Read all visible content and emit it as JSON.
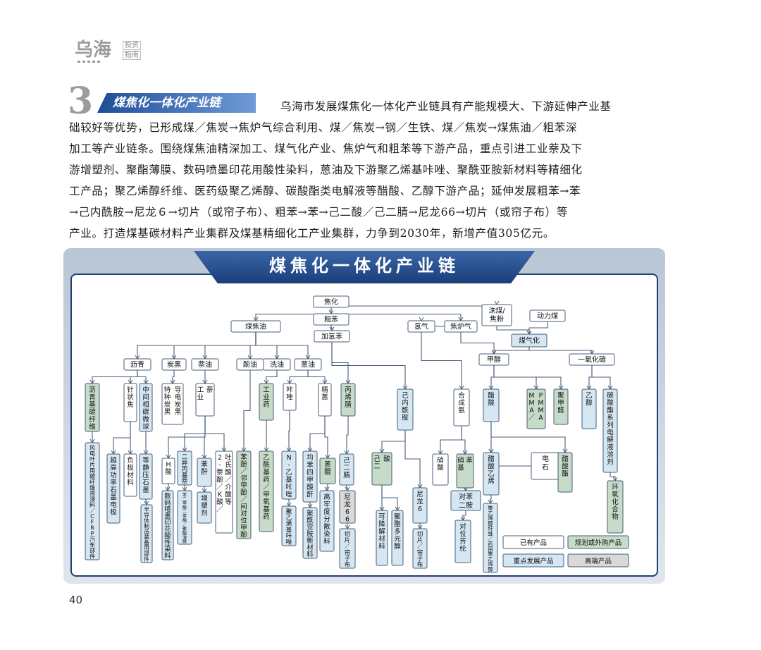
{
  "header": {
    "logo_chars": "乌海",
    "logo_small_1": "投资",
    "logo_small_2": "指南"
  },
  "section": {
    "number": "3",
    "title": "煤焦化一体化产业链"
  },
  "paragraph_lines": [
    "乌海市发展煤焦化一体化产业链具有产能规模大、下游延伸产业基",
    "础较好等优势，已形成煤／焦炭→焦炉气综合利用、煤／焦炭→钢／生铁、煤／焦炭→煤焦油／粗苯深",
    "加工等产业链条。围绕煤焦油精深加工、煤气化产业、焦炉气和粗苯等下游产品，重点引进工业萘及下",
    "游增塑剂、聚酯薄膜、数码喷墨印花用酸性染料，蒽油及下游聚乙烯基咔唑、聚酰亚胺新材料等精细化",
    "工产品；聚乙烯醇纤维、医药级聚乙烯醇、碳酸酯类电解液等醋酸、乙醇下游产品；延伸发展粗苯→苯",
    "→己内酰胺→尼龙６→切片（或帘子布）、粗苯→苯→己二酸／己二腈→尼龙66→切片（或帘子布）等",
    "产业。打造煤基碳材料产业集群及煤基精细化工产业集群，力争到2030年，新增产值305亿元。"
  ],
  "figure": {
    "title": "煤焦化一体化产业链",
    "nodes": [
      {
        "id": "jiaohua",
        "label": "焦化",
        "type": "box"
      },
      {
        "id": "cuben",
        "label": "粗苯",
        "type": "box"
      },
      {
        "id": "mojiaoyou",
        "label": "煤焦油",
        "type": "box"
      },
      {
        "id": "jiaqingben",
        "label": "加氢苯",
        "type": "box"
      },
      {
        "id": "qingqi",
        "label": "氢气",
        "type": "box"
      },
      {
        "id": "jiaoluqi",
        "label": "焦炉气",
        "type": "box"
      },
      {
        "id": "momei",
        "label": "沫煤/焦粉",
        "type": "box"
      },
      {
        "id": "donglimei",
        "label": "动力煤",
        "type": "box"
      },
      {
        "id": "meiqihua",
        "label": "煤气化",
        "type": "key"
      },
      {
        "id": "jiachun",
        "label": "甲醇",
        "type": "box"
      },
      {
        "id": "yiyanghuatan",
        "label": "一氧化碳",
        "type": "box"
      },
      {
        "id": "liqing",
        "label": "沥青",
        "type": "box"
      },
      {
        "id": "tanhei",
        "label": "炭黑",
        "type": "box"
      },
      {
        "id": "naiyou",
        "label": "萘油",
        "type": "box"
      },
      {
        "id": "fenyou",
        "label": "酚油",
        "type": "box"
      },
      {
        "id": "xiyou",
        "label": "洗油",
        "type": "box"
      },
      {
        "id": "enyou",
        "label": "蒽油",
        "type": "box"
      },
      {
        "id": "lqjtxw",
        "label": "沥青基碳纤维",
        "type": "plan"
      },
      {
        "id": "zhzj",
        "label": "针状焦",
        "type": "box"
      },
      {
        "id": "zjxtwq",
        "label": "中间相碳微球",
        "type": "key"
      },
      {
        "id": "tzthdtt",
        "label": "特种炭黑导电炭黑",
        "type": "box"
      },
      {
        "id": "gyn",
        "label": "工业萘",
        "type": "box"
      },
      {
        "id": "gyy",
        "label": "工业药",
        "type": "plan"
      },
      {
        "id": "kazuo",
        "label": "咔唑",
        "type": "box"
      },
      {
        "id": "jingen",
        "label": "精蒽",
        "type": "box"
      },
      {
        "id": "bingxijing",
        "label": "丙烯腈",
        "type": "plan"
      },
      {
        "id": "jineixianan",
        "label": "己内酰胺",
        "type": "key"
      },
      {
        "id": "hecheng",
        "label": "合成氨",
        "type": "box"
      },
      {
        "id": "cusuan",
        "label": "醋酸",
        "type": "key"
      },
      {
        "id": "mmapmma",
        "label": "MMA/PMMA",
        "type": "plan"
      },
      {
        "id": "jujiaquan",
        "label": "聚甲醛",
        "type": "plan"
      },
      {
        "id": "yichun",
        "label": "乙醇",
        "type": "key"
      },
      {
        "id": "tsz",
        "label": "碳酸酯系列电解液溶剂",
        "type": "key"
      },
      {
        "id": "fengdian",
        "label": "风电叶片用碳纤维预浸料/CFRP汽车部件",
        "type": "key"
      },
      {
        "id": "cgglsmdj",
        "label": "超高功率石墨电极",
        "type": "key"
      },
      {
        "id": "fjcl",
        "label": "负极材料",
        "type": "box"
      },
      {
        "id": "djyssm",
        "label": "等静压石墨",
        "type": "key"
      },
      {
        "id": "bdtzzzyj",
        "label": "半导体制造装备用部件",
        "type": "key"
      },
      {
        "id": "hsuan",
        "label": "H酸",
        "type": "box"
      },
      {
        "id": "shmyh",
        "label": "数码喷墨印花酸性染料",
        "type": "key"
      },
      {
        "id": "eyibingjinai",
        "label": "二异丙基萘",
        "type": "key"
      },
      {
        "id": "bsejbs",
        "label": "苯二甲酸二甲酯/聚酯薄膜",
        "type": "key"
      },
      {
        "id": "bengan",
        "label": "苯酐",
        "type": "key"
      },
      {
        "id": "zengsuji",
        "label": "增塑剂",
        "type": "key"
      },
      {
        "id": "naifen",
        "label": "2-萘酚/K酸/吐氏酸/介酸等",
        "type": "box"
      },
      {
        "id": "benfen",
        "label": "苯酚/邻甲酚/间对位甲酚",
        "type": "plan"
      },
      {
        "id": "yixianjiyao",
        "label": "乙酰基药/甲氧基药",
        "type": "plan"
      },
      {
        "id": "nyjkz",
        "label": "N-乙基咔唑",
        "type": "key"
      },
      {
        "id": "jyxjkz",
        "label": "聚乙烯基咔唑",
        "type": "key"
      },
      {
        "id": "jbsjsg",
        "label": "均苯四甲酸酐",
        "type": "key"
      },
      {
        "id": "jxyaxcl",
        "label": "聚酰亚胺新材料",
        "type": "key"
      },
      {
        "id": "enkun",
        "label": "蒽醌",
        "type": "plan"
      },
      {
        "id": "gyfsrl",
        "label": "高牢度分散染料",
        "type": "key"
      },
      {
        "id": "erjing",
        "label": "己二腈",
        "type": "key"
      },
      {
        "id": "nilong66",
        "label": "尼龙66",
        "type": "high"
      },
      {
        "id": "qpl1",
        "label": "切片/帘子布",
        "type": "key"
      },
      {
        "id": "jesuan",
        "label": "己二酸",
        "type": "plan"
      },
      {
        "id": "kjjcl",
        "label": "可降解材料",
        "type": "key"
      },
      {
        "id": "jzdyc",
        "label": "聚酯多元醇",
        "type": "key"
      },
      {
        "id": "nilong6",
        "label": "尼龙6",
        "type": "key"
      },
      {
        "id": "qpl2",
        "label": "切片/帘子布",
        "type": "key"
      },
      {
        "id": "xiaosuan",
        "label": "硝酸",
        "type": "box"
      },
      {
        "id": "xiaojiben",
        "label": "硝基苯",
        "type": "plan"
      },
      {
        "id": "duibenerangan",
        "label": "对苯二胺",
        "type": "key"
      },
      {
        "id": "dwfl",
        "label": "对位芳纶",
        "type": "key"
      },
      {
        "id": "cusuanyixi",
        "label": "醋酸乙烯",
        "type": "key"
      },
      {
        "id": "dianshi",
        "label": "电石",
        "type": "box"
      },
      {
        "id": "cusuanzhi",
        "label": "醋酸酯",
        "type": "plan"
      },
      {
        "id": "jyxcxw",
        "label": "聚乙烯醇纤维/药用聚乙烯醇",
        "type": "key"
      },
      {
        "id": "hyhhw",
        "label": "环氧化合物",
        "type": "plan"
      }
    ],
    "legend": [
      {
        "label": "已有产品",
        "type": "box"
      },
      {
        "label": "规划或外购产品",
        "type": "plan"
      },
      {
        "label": "重点发展产品",
        "type": "key"
      },
      {
        "label": "高端产品",
        "type": "high"
      }
    ],
    "colors": {
      "box": "#ffffff",
      "plan": "#c6dcc9",
      "key": "#d6e7f4",
      "high": "#d9d9d9",
      "line": "#4a5d78",
      "frame": "#1e3f74"
    }
  },
  "page_number": "40"
}
